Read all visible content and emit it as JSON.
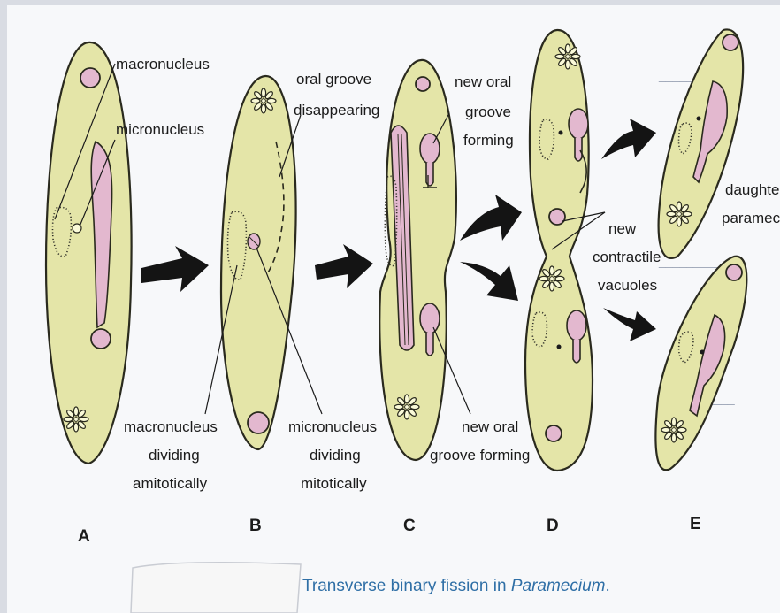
{
  "figure": {
    "labels": {
      "macronucleus": "macronucleus",
      "micronucleus": "micronucleus",
      "oral_groove_1": "oral groove",
      "oral_groove_2": "disappearing",
      "new_oral_top_1": "new oral",
      "new_oral_top_2": "groove",
      "new_oral_top_3": "forming",
      "macro_div_1": "macronucleus",
      "macro_div_2": "dividing",
      "macro_div_3": "amitotically",
      "micro_div_1": "micronucleus",
      "micro_div_2": "dividing",
      "micro_div_3": "mitotically",
      "new_oral_bot_1": "new oral",
      "new_oral_bot_2": "groove forming",
      "new_cv_1": "new",
      "new_cv_2": "contractile",
      "new_cv_3": "vacuoles",
      "daughter_1": "daughter",
      "daughter_2": "paramecia"
    },
    "stages": [
      "A",
      "B",
      "C",
      "D",
      "E"
    ],
    "caption_prefix": "Transverse binary fission in ",
    "caption_italic": "Paramecium",
    "caption_suffix": "."
  },
  "colors": {
    "body_fill": "#e4e5a8",
    "nucleus_fill": "#e3b8cf",
    "caption": "#2f6fa6",
    "paper": "#ffffff",
    "background": "#d9dce3"
  }
}
